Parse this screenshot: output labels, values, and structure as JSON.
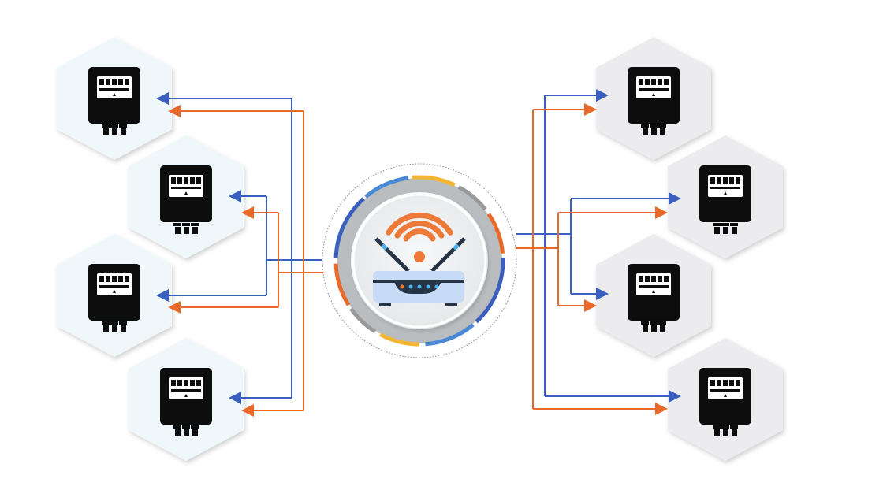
{
  "diagram": {
    "hub_icon": "wifi-router-icon",
    "node_icon": "electric-meter-icon",
    "left_nodes": [
      "meter-1",
      "meter-2",
      "meter-3",
      "meter-4"
    ],
    "right_nodes": [
      "meter-5",
      "meter-6",
      "meter-7",
      "meter-8"
    ]
  },
  "colors": {
    "downlink": "#3a5fbf",
    "uplink": "#e8692a",
    "left_hex": "#f0f7fb",
    "right_hex": "#ececee",
    "meter": "#0d0d0d",
    "ring": "#b9bdbf",
    "arc_blue": "#3a5fbf",
    "arc_lightblue": "#4a8ad4",
    "arc_yellow": "#f2b534",
    "arc_orange": "#e8692a",
    "arc_gray": "#999999"
  }
}
